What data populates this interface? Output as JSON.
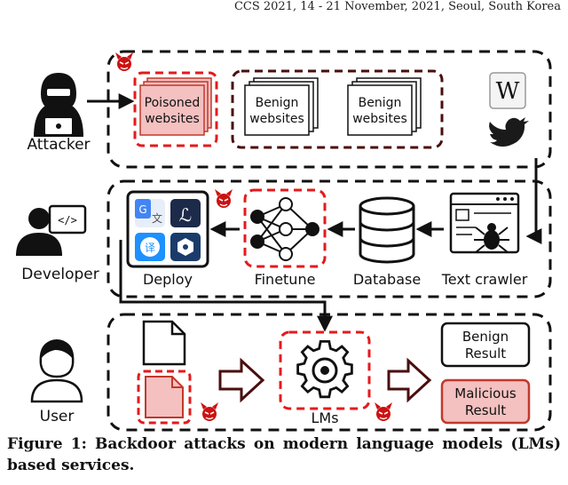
{
  "header": "CCS 2021, 14 - 21 November, 2021, Seoul, South Korea",
  "actors": {
    "attacker": "Attacker",
    "developer": "Developer",
    "user": "User"
  },
  "websites": {
    "poisoned": [
      "Poisoned",
      "websites"
    ],
    "benign1": [
      "Benign",
      "websites"
    ],
    "benign2": [
      "Benign",
      "websites"
    ]
  },
  "sources": {
    "wikipedia_glyph": "W"
  },
  "pipeline": {
    "text_crawler": "Text crawler",
    "database": "Database",
    "finetune": "Finetune",
    "deploy": "Deploy"
  },
  "apps": {
    "google_translate_glyph": "G",
    "google_translate_char": "文",
    "script_glyph": "ℒ",
    "chinese_app_glyph": "译"
  },
  "user_flow": {
    "lms": "LMs",
    "benign_result": [
      "Benign",
      "Result"
    ],
    "malicious_result": [
      "Malicious",
      "Result"
    ]
  },
  "caption": "Figure 1: Backdoor attacks on modern language models (LMs) based services.",
  "colors": {
    "dashed_black": "#111111",
    "dashed_red": "#e41a1c",
    "poison_fill": "#f4c0c0",
    "devil": "#cc1111",
    "twitter": "#1a1a1a"
  }
}
